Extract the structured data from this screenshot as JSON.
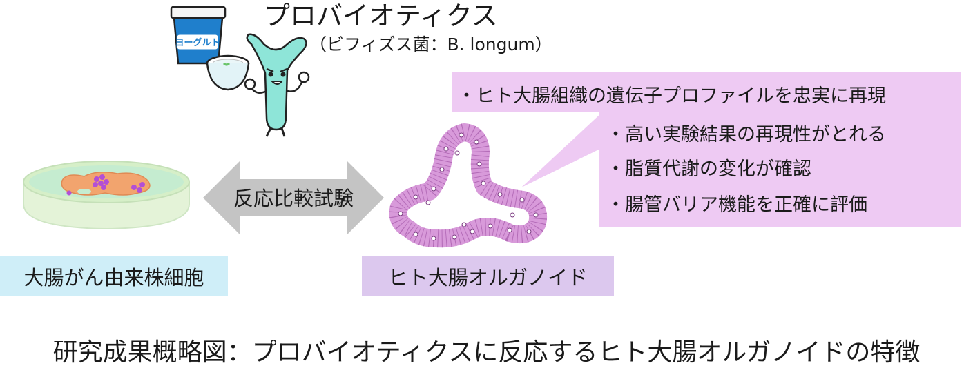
{
  "probiotic": {
    "title": "プロバイオティクス",
    "subtitle": "（ビフィズス菌：B. longum）",
    "yogurt_label": "ヨーグルト"
  },
  "comparison": {
    "label": "反応比較試験"
  },
  "cell_line": {
    "caption": "大腸がん由来株細胞"
  },
  "organoid": {
    "caption": "ヒト大腸オルガノイド"
  },
  "features": {
    "main": "・ヒト大腸組織の遺伝子プロファイルを忠実に再現",
    "items": [
      "・高い実験結果の再現性がとれる",
      "・脂質代謝の変化が確認",
      "・腸管バリア機能を正確に評価"
    ]
  },
  "figure_caption": "研究成果概略図：プロバイオティクスに反応するヒト大腸オルガノイドの特徴",
  "colors": {
    "bubble": "#eecaf3",
    "cell_caption_bg": "#cfeef8",
    "organoid_caption_bg": "#dcc8ee",
    "arrow": "#c4c4c4",
    "bacteria": "#8ee5d8",
    "organoid": "#d89ada"
  }
}
